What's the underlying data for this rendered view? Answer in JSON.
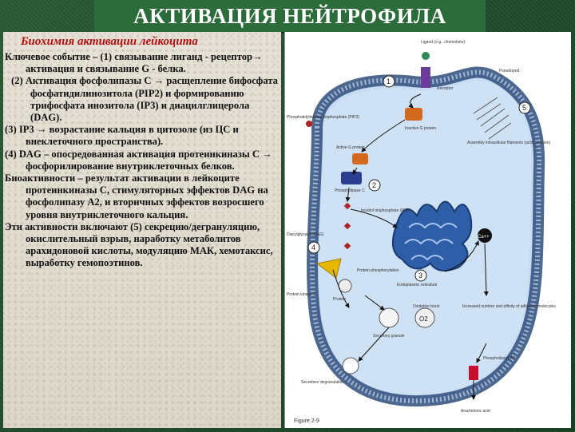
{
  "title": "АКТИВАЦИЯ  НЕЙТРОФИЛА",
  "subtitle": "Биохимия активации лейкоцита",
  "paragraphs": [
    "Ключевое событие – (1) связывание лиганд - рецептор→ активация и связывание G - белка.",
    "(2) Активация фосфолипазы C → расщепление бифосфата фосфатидилинозитола (PIP2) и формированию трифосфата инозитола (IP3) и диацилглицерола (DAG).",
    "(3) IP3 → возрастание кальция в цитозоле (из ЦС и внеклеточного пространства).",
    "(4) DAG – опосредованная активация протеинкиназы C → фосфорилирование внутриклеточных белков.",
    "Биоактивности – результат активации в лейкоците  протеинкиназы C, стимуляторных эффектов DAG на фосфолипазу A2, и вторичных эффектов возросшего уровня внутриклеточного кальция.",
    "Эти  активности включают  (5) секрецию/дегрануляцию, окислительный взрыв, наработку метаболитов арахидоновой кислоты, модуляцию МАК, хемотаксис, выработку гемопоэтинов."
  ],
  "figure": {
    "labels": {
      "ligand": "Ligand (e.g., chemokine)",
      "receptor": "Receptor",
      "pseudopod": "Pseudopod",
      "pip2": "Phosphatidylinositol bisphosphate (PIP2)",
      "g_protein": "Inactive G protein",
      "active_g": "Active G protein",
      "plc": "Phospholipase C",
      "ip3": "Inositol trisphosphate (IP3)",
      "dag": "Diacylglycerol (DAG)",
      "pkc": "Protein kinase C",
      "protein": "Protein",
      "phospho": "Protein phosphorylation",
      "er": "Endoplasmic reticulum",
      "actin": "Assembly intracellular filaments (actin, myosin)",
      "ca": "Ca++",
      "oxidative": "Oxidative burst",
      "o2": "O2",
      "secretory": "Secretory granule",
      "adhesion": "Increased number and affinity of adhesion molecules",
      "pla2": "Phospholipase A2",
      "degranulation": "Secretion/ degranulation",
      "arachidonic": "Arachidonic acid",
      "caption": "Figure 2-9"
    },
    "steps": [
      "1",
      "2",
      "3",
      "4",
      "5"
    ]
  }
}
